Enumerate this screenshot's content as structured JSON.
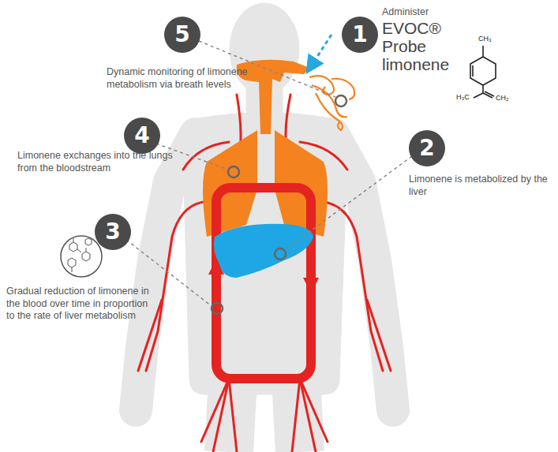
{
  "diagram": {
    "nodes": [
      {
        "text": [
          "1"
        ]
      },
      {
        "text": [
          "2"
        ]
      },
      {
        "text": [
          "3"
        ]
      },
      {
        "text": [
          "4"
        ]
      },
      {
        "text": [
          "5"
        ]
      }
    ],
    "labels": [
      "Administer",
      "EVOC® Probe limonene",
      "CH₃",
      "H₃C",
      "CH₂",
      "Limonene is metabolized by the liver",
      "Gradual reduction of limonene in the blood over time in proportion to the rate of liver metabolism",
      "Limonene exchanges into the lungs from the bloodstream",
      "Dynamic monitoring of limonene metabolism via breath levels"
    ]
  }
}
